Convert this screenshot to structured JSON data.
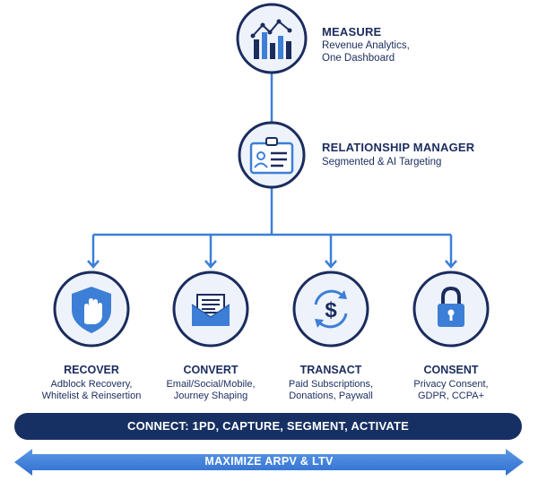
{
  "top_nodes": [
    {
      "title": "MEASURE",
      "lines": [
        "Revenue Analytics,",
        "One Dashboard"
      ],
      "icon": "bar-chart-icon"
    },
    {
      "title": "RELATIONSHIP MANAGER",
      "lines": [
        "Segmented & AI Targeting"
      ],
      "icon": "id-badge-icon"
    }
  ],
  "cards": [
    {
      "title": "RECOVER",
      "lines": [
        "Adblock Recovery,",
        "Whitelist & Reinsertion"
      ],
      "icon": "shield-hand-icon"
    },
    {
      "title": "CONVERT",
      "lines": [
        "Email/Social/Mobile,",
        "Journey Shaping"
      ],
      "icon": "envelope-icon"
    },
    {
      "title": "TRANSACT",
      "lines": [
        "Paid Subscriptions,",
        "Donations, Paywall"
      ],
      "icon": "dollar-cycle-icon"
    },
    {
      "title": "CONSENT",
      "lines": [
        "Privacy Consent,",
        "GDPR, CCPA+"
      ],
      "icon": "padlock-icon"
    }
  ],
  "connect_label": "CONNECT: 1PD, CAPTURE, SEGMENT, ACTIVATE",
  "maximize_label": "MAXIMIZE ARPV & LTV",
  "colors": {
    "navy": "#1b2c5e",
    "blue": "#3d7fd6",
    "bar": "#173063"
  }
}
